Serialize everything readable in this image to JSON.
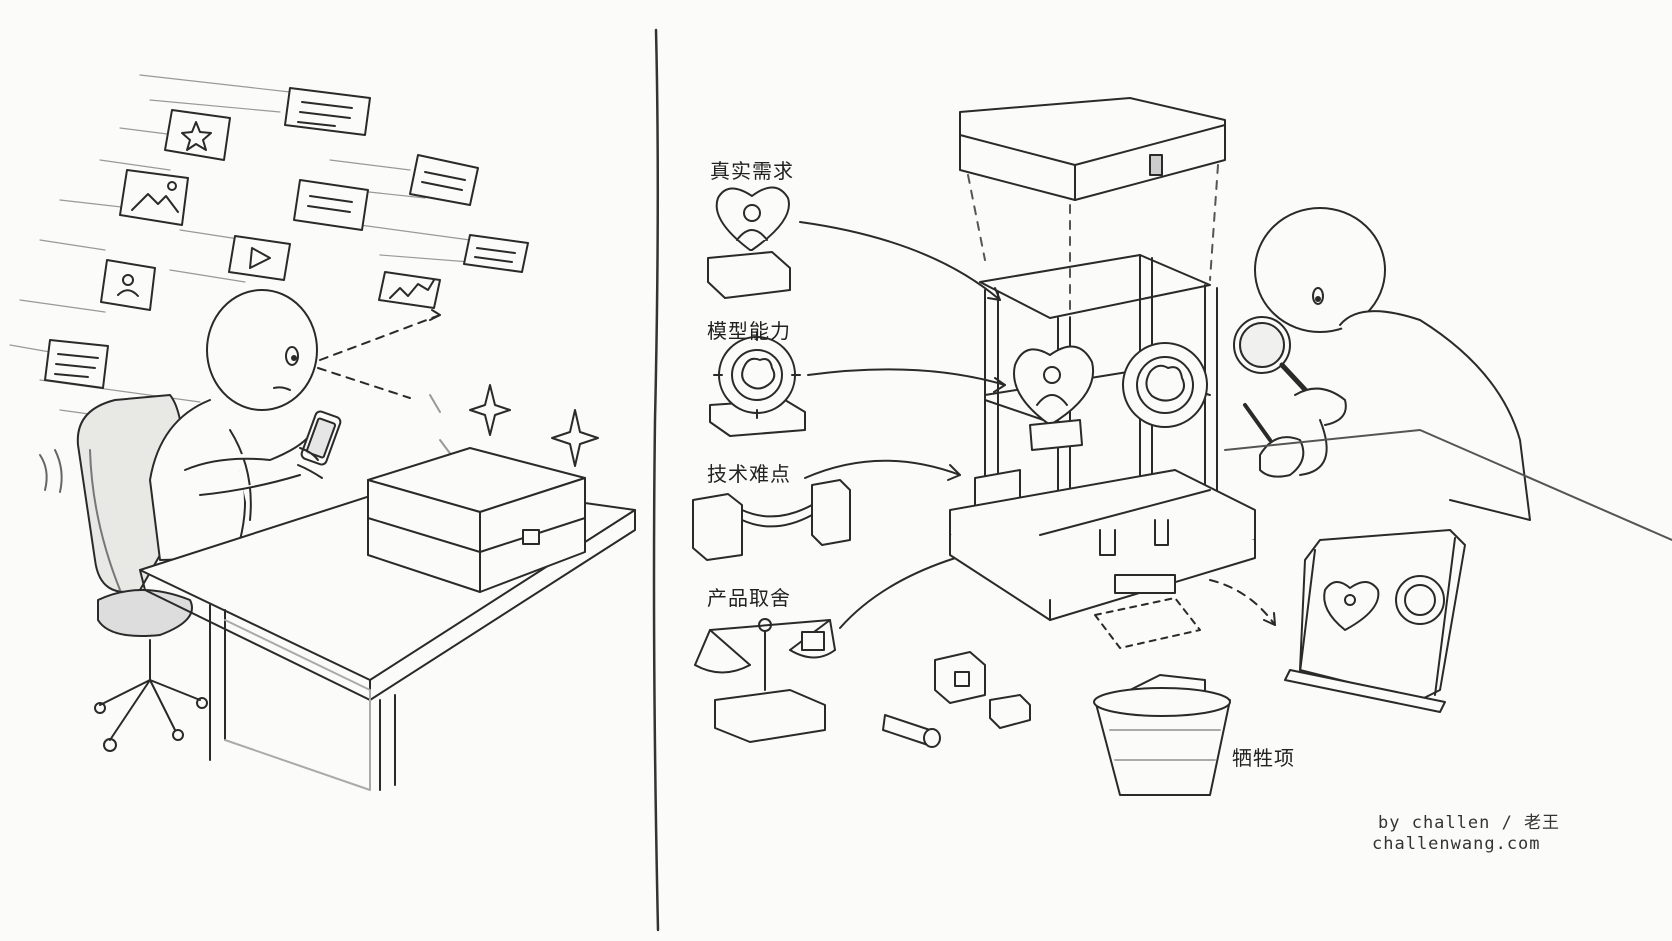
{
  "labels": {
    "real_needs": "真实需求",
    "model_capability": "模型能力",
    "tech_difficulty": "技术难点",
    "product_tradeoff": "产品取舍",
    "sacrifice": "牺牲项"
  },
  "credit": {
    "author": "by challen / 老王",
    "site": "challenwang.com"
  },
  "colors": {
    "ink": "#2a2a2a",
    "paper": "#fbfbf9",
    "hatch": "#9a9a9a"
  }
}
